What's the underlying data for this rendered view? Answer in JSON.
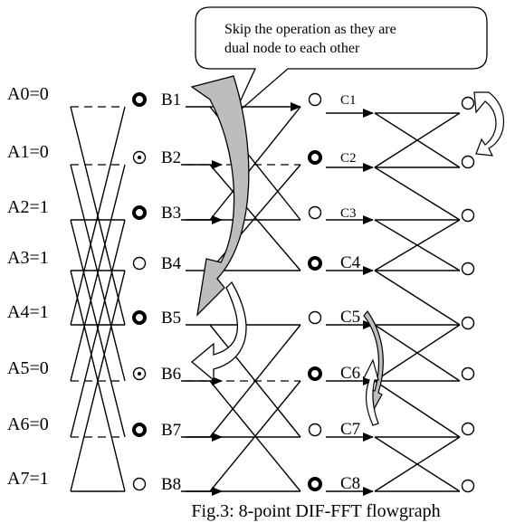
{
  "callout": {
    "line1": "Skip the operation as they are",
    "line2": "dual node to each other"
  },
  "inputs": [
    {
      "label": "A0=0"
    },
    {
      "label": "A1=0"
    },
    {
      "label": "A2=1"
    },
    {
      "label": "A3=1"
    },
    {
      "label": "A4=1"
    },
    {
      "label": "A5=0"
    },
    {
      "label": "A6=0"
    },
    {
      "label": "A7=1"
    }
  ],
  "stage_b": [
    {
      "label": "B1",
      "state": "bold"
    },
    {
      "label": "B2",
      "state": "dot"
    },
    {
      "label": "B3",
      "state": "bold"
    },
    {
      "label": "B4",
      "state": "open"
    },
    {
      "label": "B5",
      "state": "bold"
    },
    {
      "label": "B6",
      "state": "dot"
    },
    {
      "label": "B7",
      "state": "bold"
    },
    {
      "label": "B8",
      "state": "open"
    }
  ],
  "stage_c": [
    {
      "label": "C1",
      "state": "open"
    },
    {
      "label": "C2",
      "state": "bold"
    },
    {
      "label": "C3",
      "state": "open"
    },
    {
      "label": "C4",
      "state": "bold"
    },
    {
      "label": "C5",
      "state": "open"
    },
    {
      "label": "C6",
      "state": "bold"
    },
    {
      "label": "C7",
      "state": "open"
    },
    {
      "label": "C8",
      "state": "bold"
    }
  ],
  "caption": "Fig.3: 8-point DIF-FFT flowgraph"
}
